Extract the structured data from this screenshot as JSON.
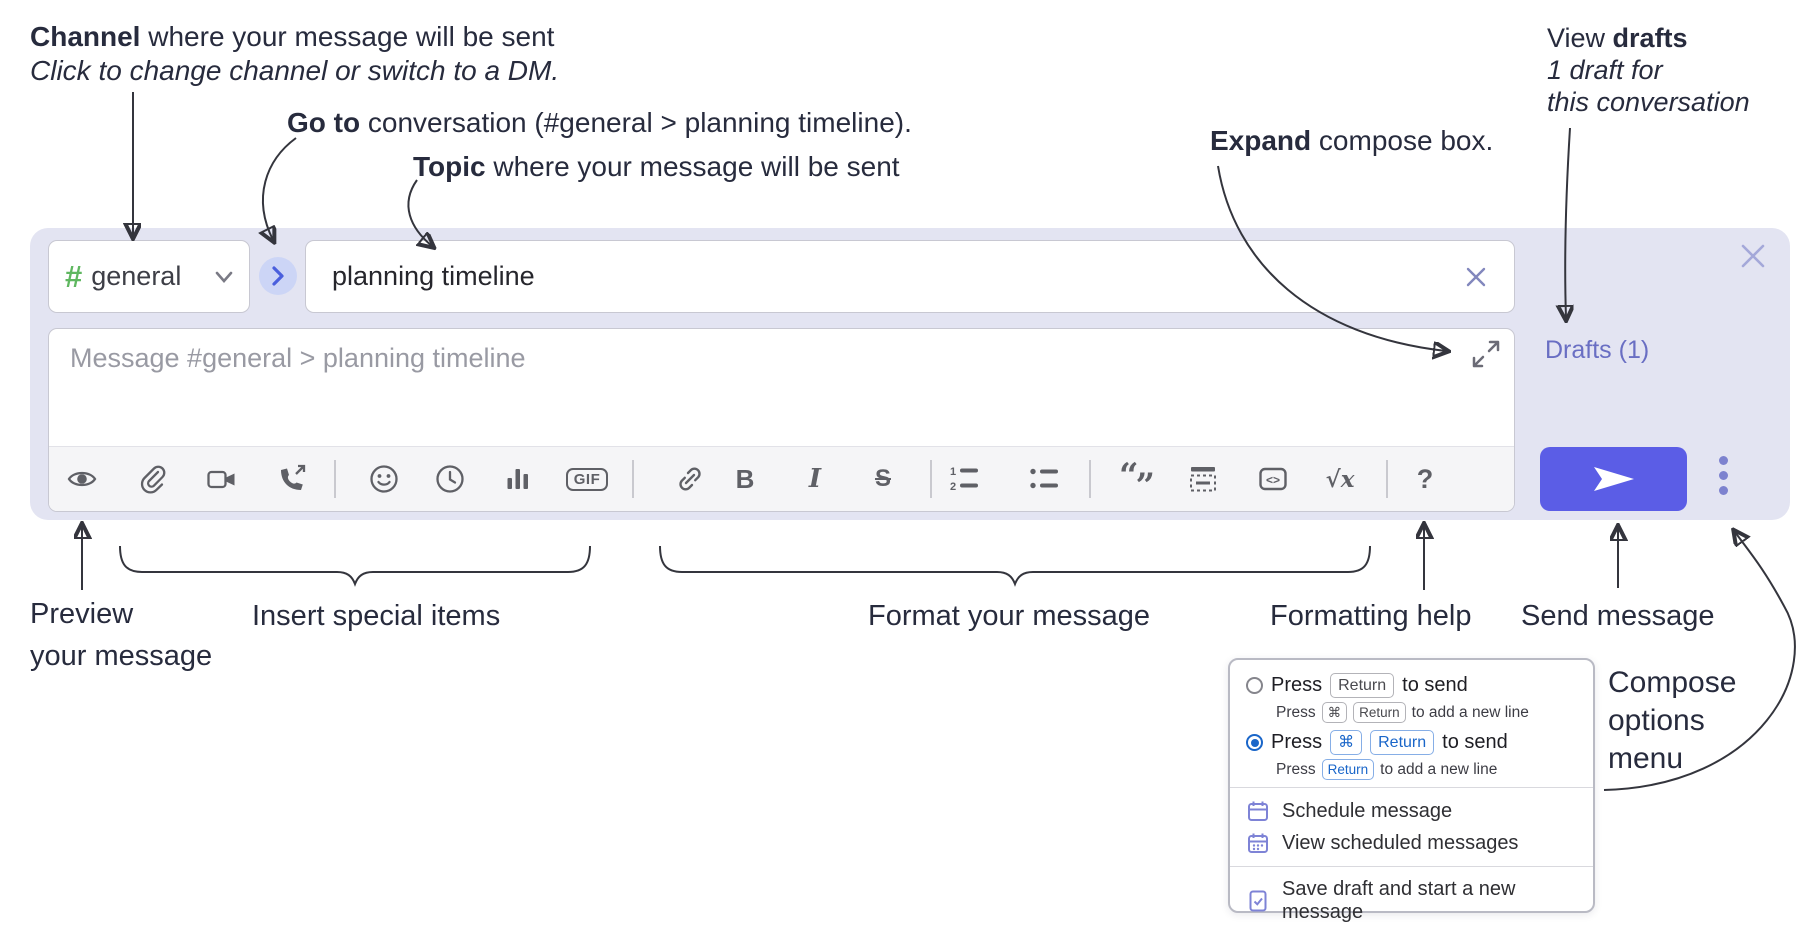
{
  "ann": {
    "channel_bold": "Channel",
    "channel_rest": " where your message will be sent",
    "channel_sub": "Click to change channel or switch to a DM.",
    "goto_bold": "Go to",
    "goto_rest": " conversation (#general > planning timeline).",
    "topic_bold": "Topic",
    "topic_rest": " where your message will be sent",
    "expand_bold": "Expand",
    "expand_rest": " compose box.",
    "drafts_pre": "View ",
    "drafts_bold": "drafts",
    "drafts_sub1": "1 draft for",
    "drafts_sub2": "this conversation",
    "preview_bold": "Preview",
    "preview_sub": "your message",
    "insert_bold": "Insert",
    "insert_rest": " special items",
    "format_bold": "Format",
    "format_rest": " your message",
    "help_pre": "Formatting ",
    "help_bold": "help",
    "send_bold": "Send",
    "send_rest": " message",
    "opts1": "Compose",
    "opts2": "options",
    "opts3": "menu"
  },
  "compose": {
    "channel_hash": "#",
    "channel_name": "general",
    "topic_value": "planning timeline",
    "placeholder": "Message #general > planning timeline",
    "drafts_link": "Drafts (1)"
  },
  "toolbar": {
    "gif": "GIF",
    "bold": "B",
    "italic": "I",
    "strike": "S",
    "num1": "1",
    "num2": "2",
    "quote_open": "“",
    "quote_close": "”",
    "code": "<>",
    "math": "√x",
    "help": "?"
  },
  "menu": {
    "o1_press": "Press",
    "o1_key": "Return",
    "o1_suffix": "to send",
    "o1_sub_press": "Press",
    "o1_sub_key1": "⌘",
    "o1_sub_key2": "Return",
    "o1_sub_suffix": "to add a new line",
    "o2_press": "Press",
    "o2_key1": "⌘",
    "o2_key2": "Return",
    "o2_suffix": "to send",
    "o2_sub_press": "Press",
    "o2_sub_key": "Return",
    "o2_sub_suffix": "to add a new line",
    "schedule": "Schedule message",
    "view_scheduled": "View scheduled messages",
    "save_draft": "Save draft and start a new message"
  },
  "colors": {
    "panel_bg": "#e3e4f2",
    "send_button": "#5b5de6",
    "drafts_link": "#696ec3",
    "channel_hash_green": "#5fb760",
    "goto_chevron_blue": "#4a5fdd",
    "radio_selected_blue": "#1a66c9",
    "menu_icon_purple": "#7e83d6",
    "annotation_ink": "#272b3d"
  }
}
